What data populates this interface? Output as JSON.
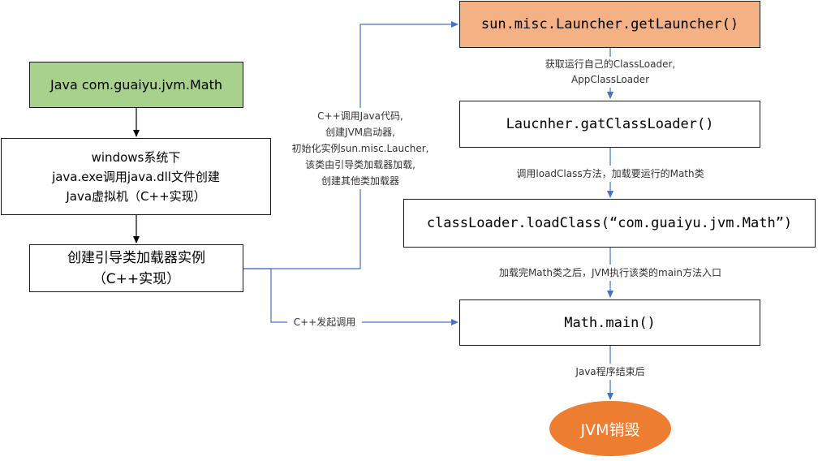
{
  "nodes": {
    "java_cmd": "Java com.guaiyu.jvm.Math",
    "windows_line1": "windows系统下",
    "windows_line2": "java.exe调用java.dll文件创建",
    "windows_line3": "Java虚拟机（C++实现）",
    "bootstrap_line1": "创建引导类加载器实例",
    "bootstrap_line2": "（C++实现）",
    "get_launcher": "sun.misc.Launcher.getLauncher()",
    "get_class_loader": "Laucnher.gatClassLoader()",
    "load_class": "classLoader.loadClass(“com.guaiyu.jvm.Math”)",
    "math_main": "Math.main()",
    "jvm_destroy": "JVM销毁"
  },
  "edge_labels": {
    "cpp_call_1": "C++调用Java代码,",
    "cpp_call_2": "创建JVM启动器,",
    "cpp_call_3": "初始化实例sun.misc.Laucher,",
    "cpp_call_4": "该类由引导类加载器加载,",
    "cpp_call_5": "创建其他类加载器",
    "get_loader_1": "获取运行自己的ClassLoader,",
    "get_loader_2": "AppClassLoader",
    "call_loadclass": "调用loadClass方法，加载要运行的Math类",
    "after_load": "加载完Math类之后，JVM执行该类的main方法入口",
    "cpp_invoke": "C++发起调用",
    "program_end": "Java程序结束后"
  },
  "colors": {
    "green_box": "#a9d18e",
    "orange_box": "#f4b183",
    "orange_ellipse": "#ed7d31",
    "blue_arrow": "#4472c4",
    "black_arrow": "#000000"
  }
}
